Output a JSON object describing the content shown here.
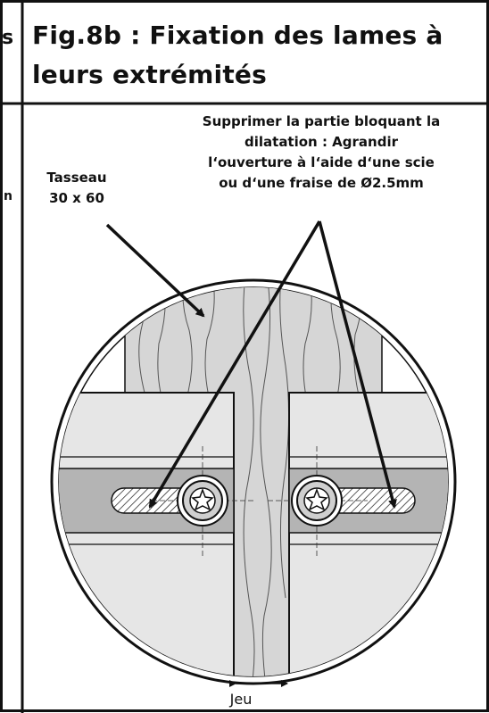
{
  "left_fragment": {
    "header_char": "s",
    "body_char": "n"
  },
  "header": {
    "title_line1": "Fig.8b :  Fixation des lames à",
    "title_line2": "leurs extrémités"
  },
  "labels": {
    "tasseau_line1": "Tasseau",
    "tasseau_line2": "30 x 60",
    "note_line1": "Supprimer la partie bloquant la",
    "note_line2": "dilatation : Agrandir",
    "note_line3": "l‘ouverture à l‘aide d‘une scie",
    "note_line4": "ou d‘une fraise de Ø2.5mm",
    "jeu": "Jeu"
  },
  "colors": {
    "wood": "#d6d6d6",
    "board": "#e6e6e6",
    "slot_band": "#b4b4b4",
    "line": "#111111"
  },
  "icons": {
    "screw": "torx-screw-icon"
  }
}
